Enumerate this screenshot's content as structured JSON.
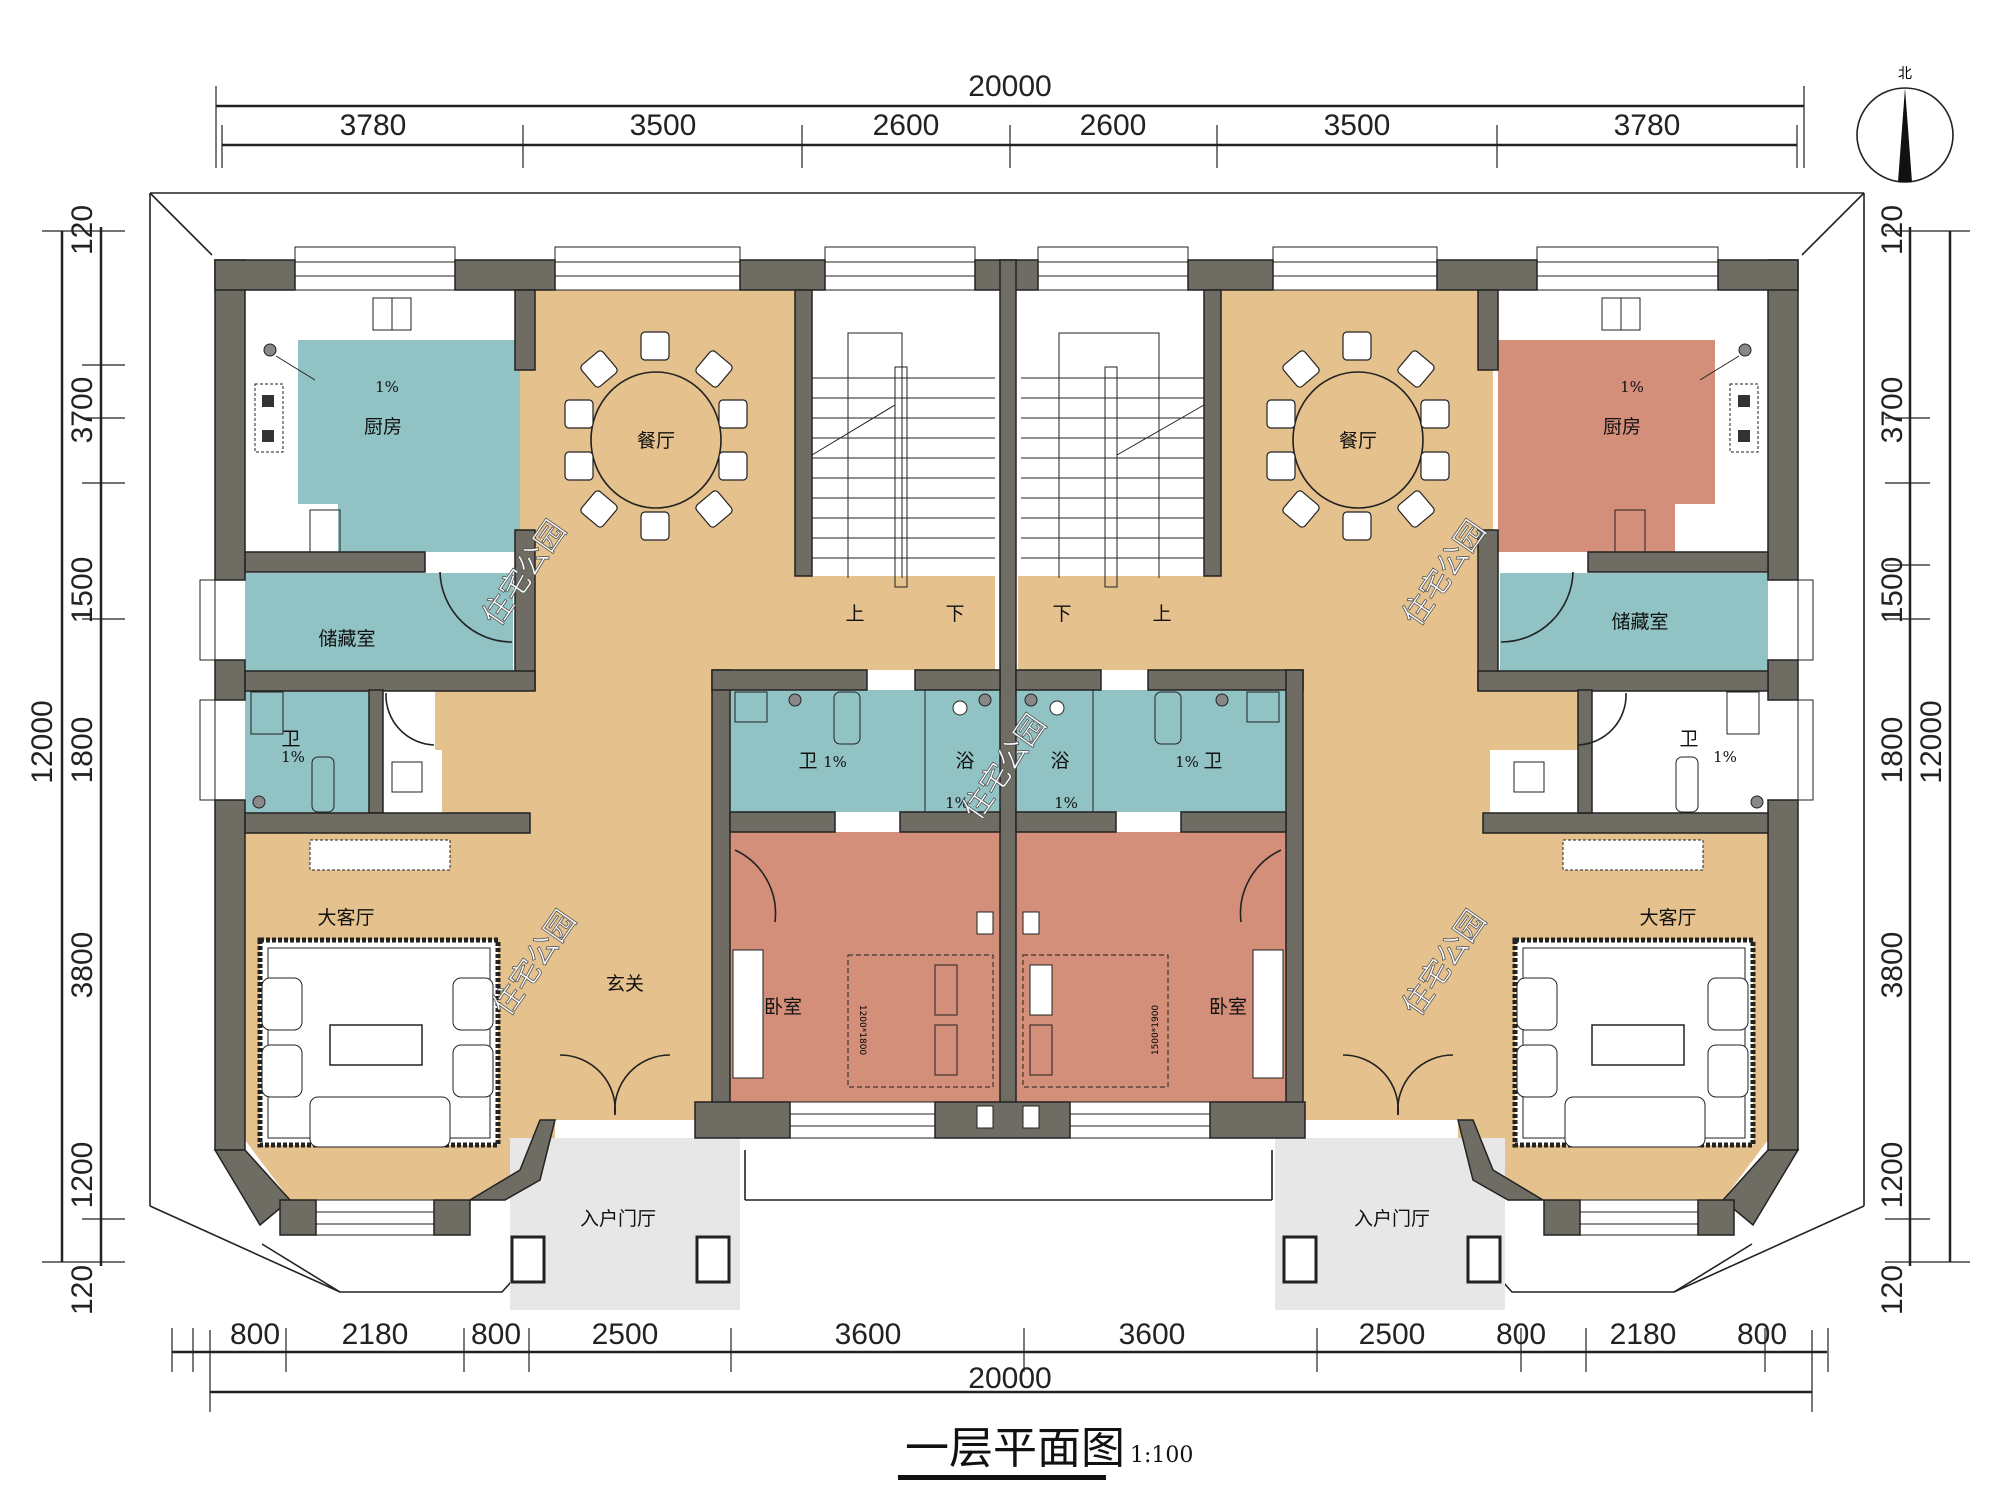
{
  "drawing": {
    "title": "一层平面图",
    "scale": "1:100",
    "north_label": "北",
    "watermark": "住宅公园"
  },
  "colors": {
    "wall": "#6f6d63",
    "living_floor": "#e5c18d",
    "wet_room_floor": "#91c3c4",
    "bedroom_floor": "#d48f7a",
    "entry_porch": "#e7e7e7"
  },
  "dimensions": {
    "top_total": "20000",
    "top_segments": [
      "3780",
      "3500",
      "2600",
      "2600",
      "3500",
      "3780"
    ],
    "bottom_total": "20000",
    "bottom_segments": [
      "800",
      "2180",
      "800",
      "2500",
      "3600",
      "3600",
      "2500",
      "800",
      "2180",
      "800"
    ],
    "left_total": "12000",
    "left_segments": [
      "120",
      "3700",
      "1500",
      "1800",
      "3800",
      "1200",
      "120"
    ],
    "right_total": "12000",
    "right_segments": [
      "120",
      "3700",
      "1500",
      "1800",
      "3800",
      "1200",
      "120"
    ]
  },
  "rooms": {
    "left": {
      "kitchen": "厨房",
      "dining": "餐厅",
      "storage": "储藏室",
      "bath": "卫",
      "living": "大客厅",
      "foyer": "玄关",
      "bedroom": "卧室",
      "bath_center": "卫",
      "shower": "浴",
      "entry_porch": "入户门厅",
      "stair_up": "上",
      "stair_down": "下",
      "bed_size": "1200*1800"
    },
    "right": {
      "kitchen": "厨房",
      "dining": "餐厅",
      "storage": "储藏室",
      "bath": "卫",
      "living": "大客厅",
      "bedroom": "卧室",
      "bath_center": "卫",
      "shower": "浴",
      "entry_porch": "入户门厅",
      "stair_up": "上",
      "stair_down": "下",
      "bed_size": "1500*1900"
    }
  },
  "slope_label": "1%"
}
